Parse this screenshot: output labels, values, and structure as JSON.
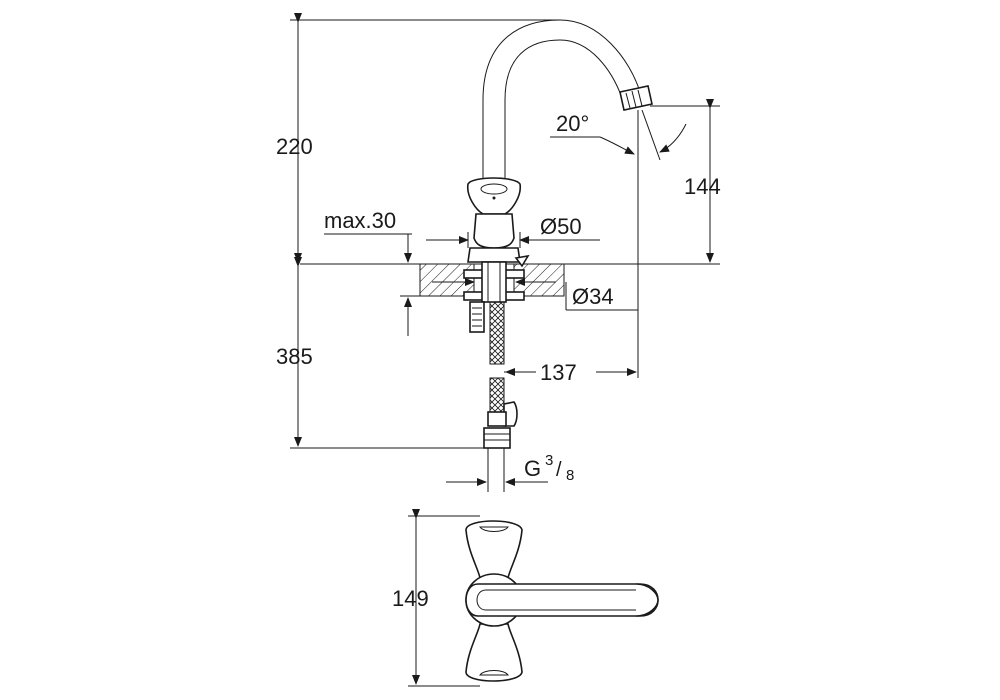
{
  "dimensions": {
    "height_total": "220",
    "spout_height": "144",
    "angle": "20°",
    "max_thickness": "max.30",
    "base_diameter": "Ø50",
    "hole_diameter": "Ø34",
    "below_deck": "385",
    "reach": "137",
    "thread": "G",
    "thread_num": "3",
    "thread_den": "8",
    "top_view_depth": "149"
  }
}
